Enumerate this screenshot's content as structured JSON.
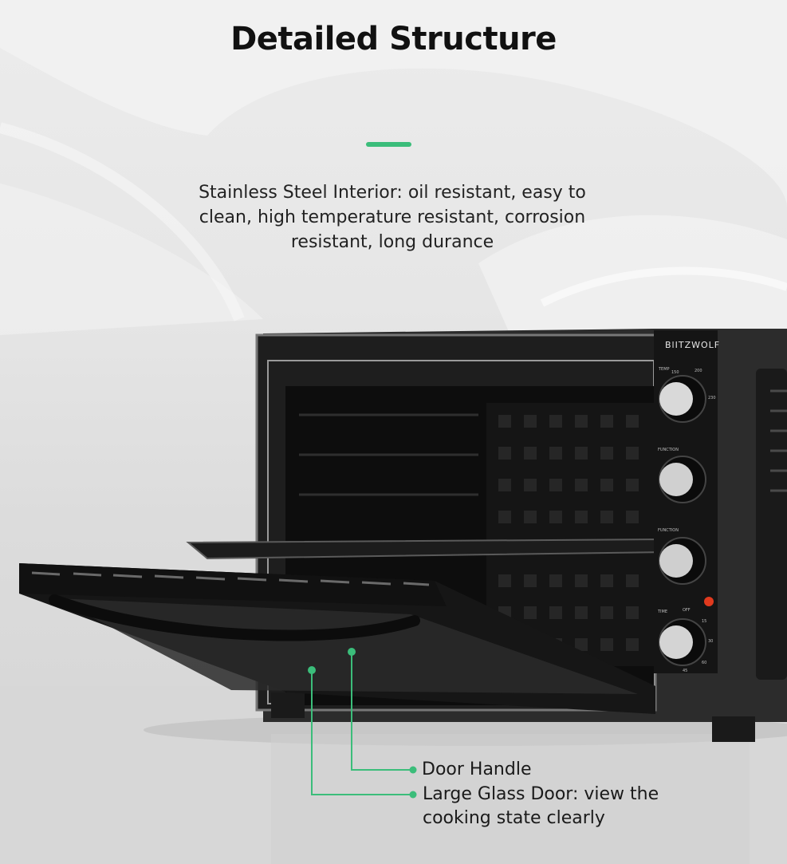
{
  "header": {
    "title": "Detailed Structure"
  },
  "description": {
    "text": "Stainless Steel Interior: oil resistant, easy to clean, high temperature resistant, corrosion resistant, long durance"
  },
  "product": {
    "brand": "BlITZWOLF",
    "panel_labels": {
      "temp": "TEMP",
      "function_1": "FUNCTION",
      "function_2": "FUNCTION",
      "time": "TIME"
    },
    "temp_ticks": [
      "150",
      "200",
      "230"
    ],
    "time_ticks": [
      "OFF",
      "15",
      "30",
      "60",
      "45"
    ]
  },
  "callouts": {
    "door_handle": "Door Handle",
    "glass_door": "Large Glass Door: view the cooking state clearly"
  },
  "colors": {
    "accent": "#3bbd7a",
    "indicator_light": "#e03a1e"
  }
}
